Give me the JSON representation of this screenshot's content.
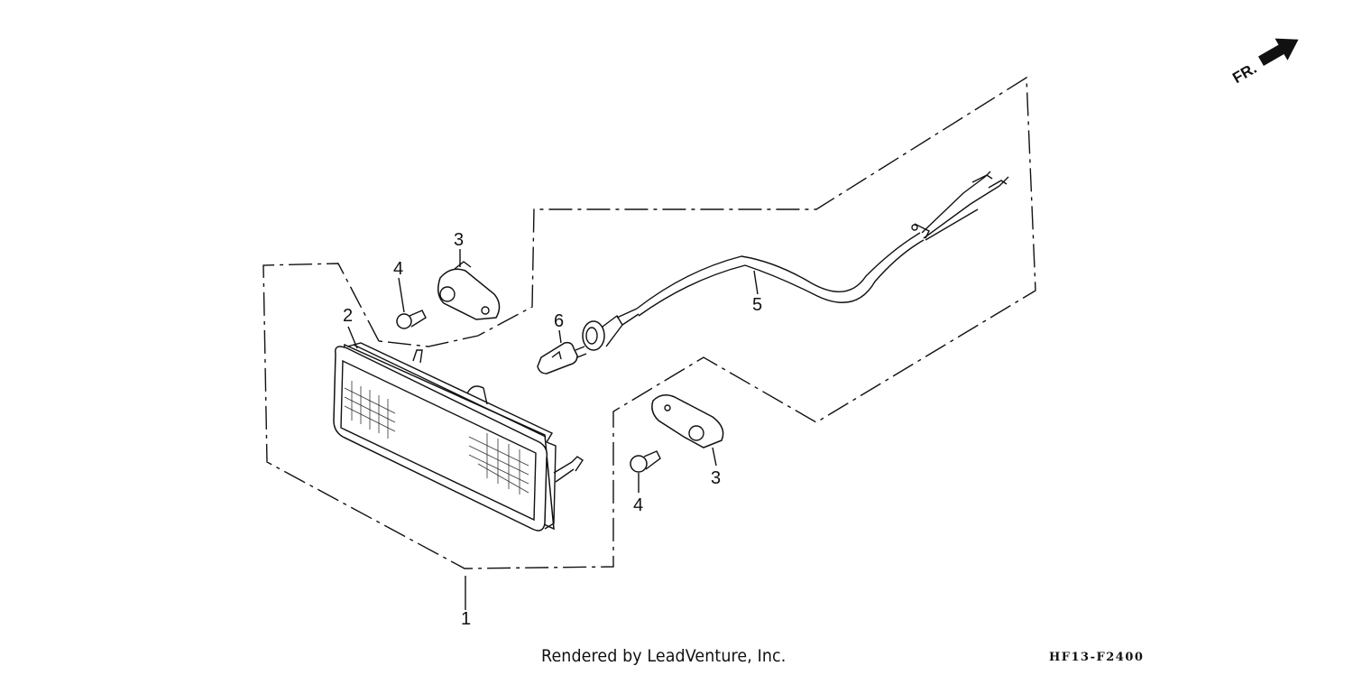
{
  "callouts": {
    "part_1": "1",
    "part_2": "2",
    "part_3_upper": "3",
    "part_3_lower": "3",
    "part_4_upper": "4",
    "part_4_lower": "4",
    "part_5": "5",
    "part_6": "6"
  },
  "direction_label": "FR.",
  "credit": "Rendered by LeadVenture, Inc.",
  "figure_code": "HF13-F2400"
}
